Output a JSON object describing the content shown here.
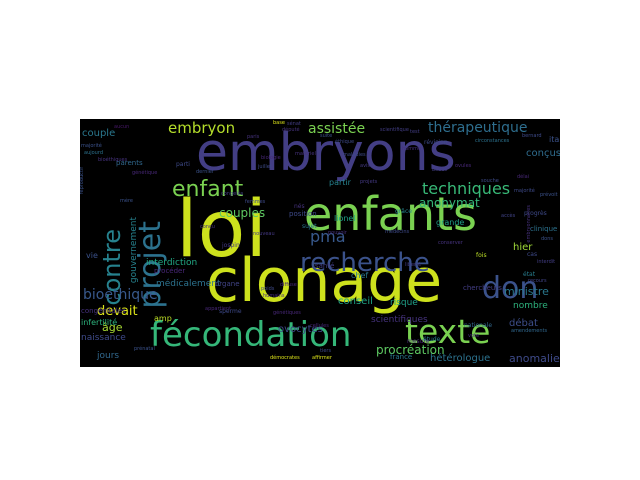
{
  "wordcloud": {
    "words": [
      {
        "text": "loi",
        "color": "#cde11d"
      },
      {
        "text": "clonage",
        "color": "#cde11d"
      },
      {
        "text": "embryons",
        "color": "#433e85"
      },
      {
        "text": "enfants",
        "color": "#7ad151"
      },
      {
        "text": "recherche",
        "color": "#3b528b"
      },
      {
        "text": "fécondation",
        "color": "#35b779"
      },
      {
        "text": "texte",
        "color": "#7ad151"
      },
      {
        "text": "don",
        "color": "#3b528b"
      },
      {
        "text": "projet",
        "color": "#2c728e"
      },
      {
        "text": "contre",
        "color": "#26828e"
      },
      {
        "text": "enfant",
        "color": "#7ad151"
      },
      {
        "text": "techniques",
        "color": "#38b977"
      },
      {
        "text": "pma",
        "color": "#38598c"
      },
      {
        "text": "embryon",
        "color": "#b5de2b"
      },
      {
        "text": "thérapeutique",
        "color": "#2e6e8e"
      },
      {
        "text": "assistée",
        "color": "#7ad151"
      },
      {
        "text": "bioéthique",
        "color": "#38598c"
      },
      {
        "text": "couples",
        "color": "#5ec962"
      },
      {
        "text": "procréation",
        "color": "#5ec962"
      },
      {
        "text": "anonymat",
        "color": "#35b779"
      },
      {
        "text": "devait",
        "color": "#dce319"
      },
      {
        "text": "âge",
        "color": "#a8db34"
      },
      {
        "text": "ovocytes",
        "color": "#3e4a89"
      },
      {
        "text": "anomalies",
        "color": "#3e4a89"
      },
      {
        "text": "hétérologue",
        "color": "#2c728e"
      },
      {
        "text": "conçus",
        "color": "#2f6c8e"
      },
      {
        "text": "hier",
        "color": "#a0da39"
      },
      {
        "text": "ministre",
        "color": "#2a788e"
      },
      {
        "text": "débat",
        "color": "#3d4e8a"
      },
      {
        "text": "italie",
        "color": "#3b528b"
      },
      {
        "text": "couple",
        "color": "#2a788e"
      },
      {
        "text": "gouvernement",
        "color": "#26828e"
      },
      {
        "text": "interdiction",
        "color": "#22a884"
      },
      {
        "text": "conseil",
        "color": "#20a486"
      },
      {
        "text": "scientifiques",
        "color": "#46337e"
      },
      {
        "text": "risque",
        "color": "#1fa088"
      },
      {
        "text": "médicalement",
        "color": "#2c728e"
      },
      {
        "text": "infertilité",
        "color": "#2db27d"
      },
      {
        "text": "jours",
        "color": "#31688e"
      },
      {
        "text": "naissance",
        "color": "#3e4a89"
      },
      {
        "text": "congénitales",
        "color": "#46327e"
      },
      {
        "text": "nombre",
        "color": "#2db27d"
      },
      {
        "text": "lionel",
        "color": "#20a486"
      },
      {
        "text": "chef",
        "color": "#2a788e"
      },
      {
        "text": "grande",
        "color": "#1fa088"
      },
      {
        "text": "france",
        "color": "#2a788e"
      },
      {
        "text": "partir",
        "color": "#26828e"
      },
      {
        "text": "chercheurs",
        "color": "#433e85"
      },
      {
        "text": "amp",
        "color": "#bddf26"
      },
      {
        "text": "position",
        "color": "#3e4a89"
      },
      {
        "text": "vie",
        "color": "#3b528b"
      },
      {
        "text": "état",
        "color": "#287d8e"
      },
      {
        "text": "grâce",
        "color": "#26828e"
      },
      {
        "text": "sujet",
        "color": "#2a788e"
      },
      {
        "text": "clinique",
        "color": "#2c728e"
      },
      {
        "text": "progrès",
        "color": "#3e4a89"
      },
      {
        "text": "parents",
        "color": "#31688e"
      },
      {
        "text": "procéder",
        "color": "#482878"
      },
      {
        "text": "organe",
        "color": "#414487"
      },
      {
        "text": "santé",
        "color": "#433e85"
      },
      {
        "text": "sperme",
        "color": "#3e4a89"
      },
      {
        "text": "étude",
        "color": "#287d8e"
      },
      {
        "text": "nés",
        "color": "#46337e"
      },
      {
        "text": "fois",
        "color": "#bddf26"
      },
      {
        "text": "parti",
        "color": "#3e4a89"
      },
      {
        "text": "cas",
        "color": "#3e4a89"
      },
      {
        "text": "mesure",
        "color": "#482878"
      },
      {
        "text": "aujourd",
        "color": "#2c728e"
      },
      {
        "text": "nationale",
        "color": "#31688e"
      },
      {
        "text": "jospin",
        "color": "#443983"
      },
      {
        "text": "mère",
        "color": "#3b528b"
      },
      {
        "text": "aucun",
        "color": "#48186a"
      },
      {
        "text": "bioéthiques",
        "color": "#46327e"
      },
      {
        "text": "révision",
        "color": "#3e4a89"
      },
      {
        "text": "circonstances",
        "color": "#2c728e"
      },
      {
        "text": "majorité",
        "color": "#3b528b"
      },
      {
        "text": "recours",
        "color": "#414487"
      },
      {
        "text": "génétique",
        "color": "#482878"
      },
      {
        "text": "paris",
        "color": "#46337e"
      },
      {
        "text": "juillet",
        "color": "#3e4a89"
      },
      {
        "text": "congelés",
        "color": "#433e85"
      },
      {
        "text": "femmes",
        "color": "#3e4a89"
      },
      {
        "text": "avis",
        "color": "#443983"
      },
      {
        "text": "homme",
        "color": "#46327e"
      },
      {
        "text": "scientifique",
        "color": "#433e85"
      },
      {
        "text": "prévoit",
        "color": "#3b528b"
      },
      {
        "text": "humains",
        "color": "#472d7b"
      },
      {
        "text": "cellules",
        "color": "#482878"
      },
      {
        "text": "conçu",
        "color": "#46337e"
      },
      {
        "text": "souche",
        "color": "#3e4a89"
      },
      {
        "text": "interdit",
        "color": "#433e85"
      },
      {
        "text": "accès",
        "color": "#414487"
      },
      {
        "text": "dons",
        "color": "#3b528b"
      },
      {
        "text": "ovules",
        "color": "#482878"
      },
      {
        "text": "majorité",
        "color": "#3e4a89"
      },
      {
        "text": "délai",
        "color": "#482878"
      },
      {
        "text": "vote",
        "color": "#472d7b"
      },
      {
        "text": "bébés",
        "color": "#433e85"
      },
      {
        "text": "tiers",
        "color": "#3e4a89"
      },
      {
        "text": "embryonnaires",
        "color": "#46327e"
      },
      {
        "text": "reproductif",
        "color": "#3b528b"
      },
      {
        "text": "amendements",
        "color": "#31688e"
      },
      {
        "text": "bernard",
        "color": "#3e4a89"
      },
      {
        "text": "projets",
        "color": "#443983"
      },
      {
        "text": "député",
        "color": "#46337e"
      },
      {
        "text": "appartient",
        "color": "#482878"
      },
      {
        "text": "sénat",
        "color": "#433e85"
      },
      {
        "text": "éthique",
        "color": "#3e4a89"
      },
      {
        "text": "pouvoir",
        "color": "#46327e"
      },
      {
        "text": "dernier",
        "color": "#3b528b"
      },
      {
        "text": "biologie",
        "color": "#482878"
      },
      {
        "text": "nouveau",
        "color": "#443983"
      },
      {
        "text": "médecins",
        "color": "#3e4a89"
      },
      {
        "text": "conserver",
        "color": "#46337e"
      },
      {
        "text": "liberté",
        "color": "#433e85"
      },
      {
        "text": "génétiques",
        "color": "#482878"
      },
      {
        "text": "prénatal",
        "color": "#3b528b"
      },
      {
        "text": "affirmer",
        "color": "#dce319"
      },
      {
        "text": "démocrates",
        "color": "#dce319"
      },
      {
        "text": "poids",
        "color": "#3e4a89"
      },
      {
        "text": "diffuse",
        "color": "#482878"
      },
      {
        "text": "suite",
        "color": "#3b528b"
      },
      {
        "text": "matériel",
        "color": "#46337e"
      },
      {
        "text": "maladies",
        "color": "#3e4a89"
      },
      {
        "text": "test",
        "color": "#433e85"
      },
      {
        "text": "base",
        "color": "#dce319"
      }
    ]
  }
}
